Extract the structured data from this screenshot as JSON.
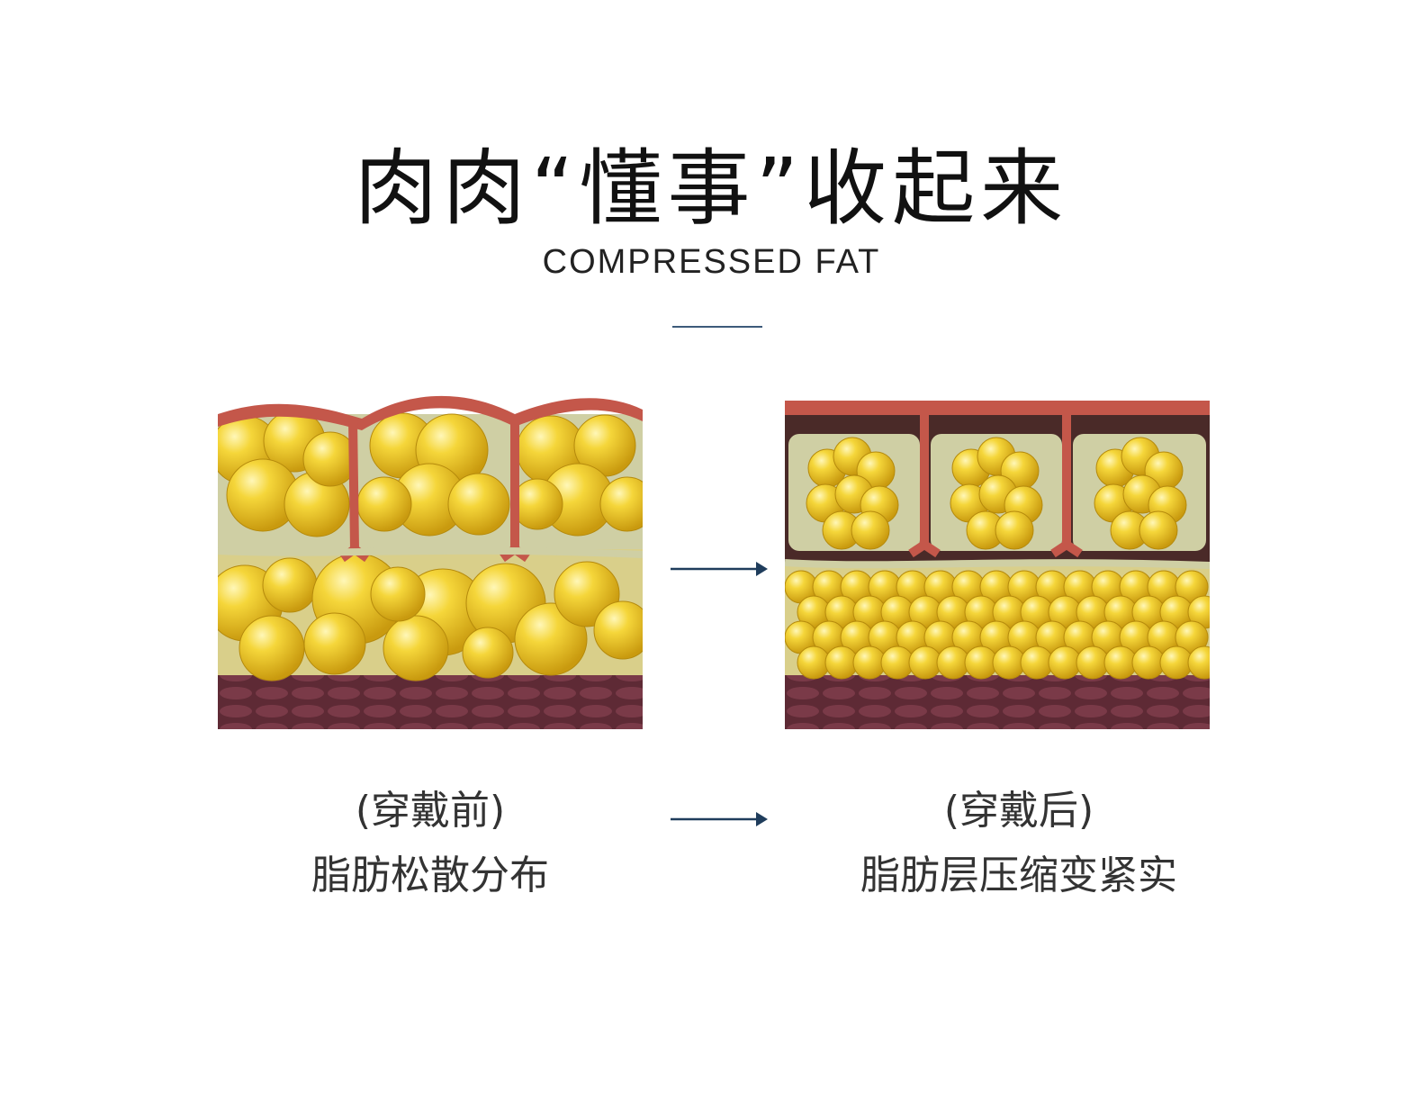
{
  "header": {
    "title": "肉肉“懂事”收起来",
    "subtitle": "COMPRESSED FAT"
  },
  "panels": {
    "before": {
      "tag": "(穿戴前)",
      "desc": "脂肪松散分布"
    },
    "after": {
      "tag": "(穿戴后)",
      "desc": "脂肪层压缩变紧实"
    }
  },
  "colors": {
    "accent": "#1f3d5c",
    "fat": "#f2c928",
    "fat_dark": "#c99a0f",
    "septum": "#c4574a",
    "muscle": "#5e2a35",
    "membrane": "#cfcfa4"
  },
  "icons": [
    "arrow-right-icon",
    "arrow-right-icon"
  ]
}
